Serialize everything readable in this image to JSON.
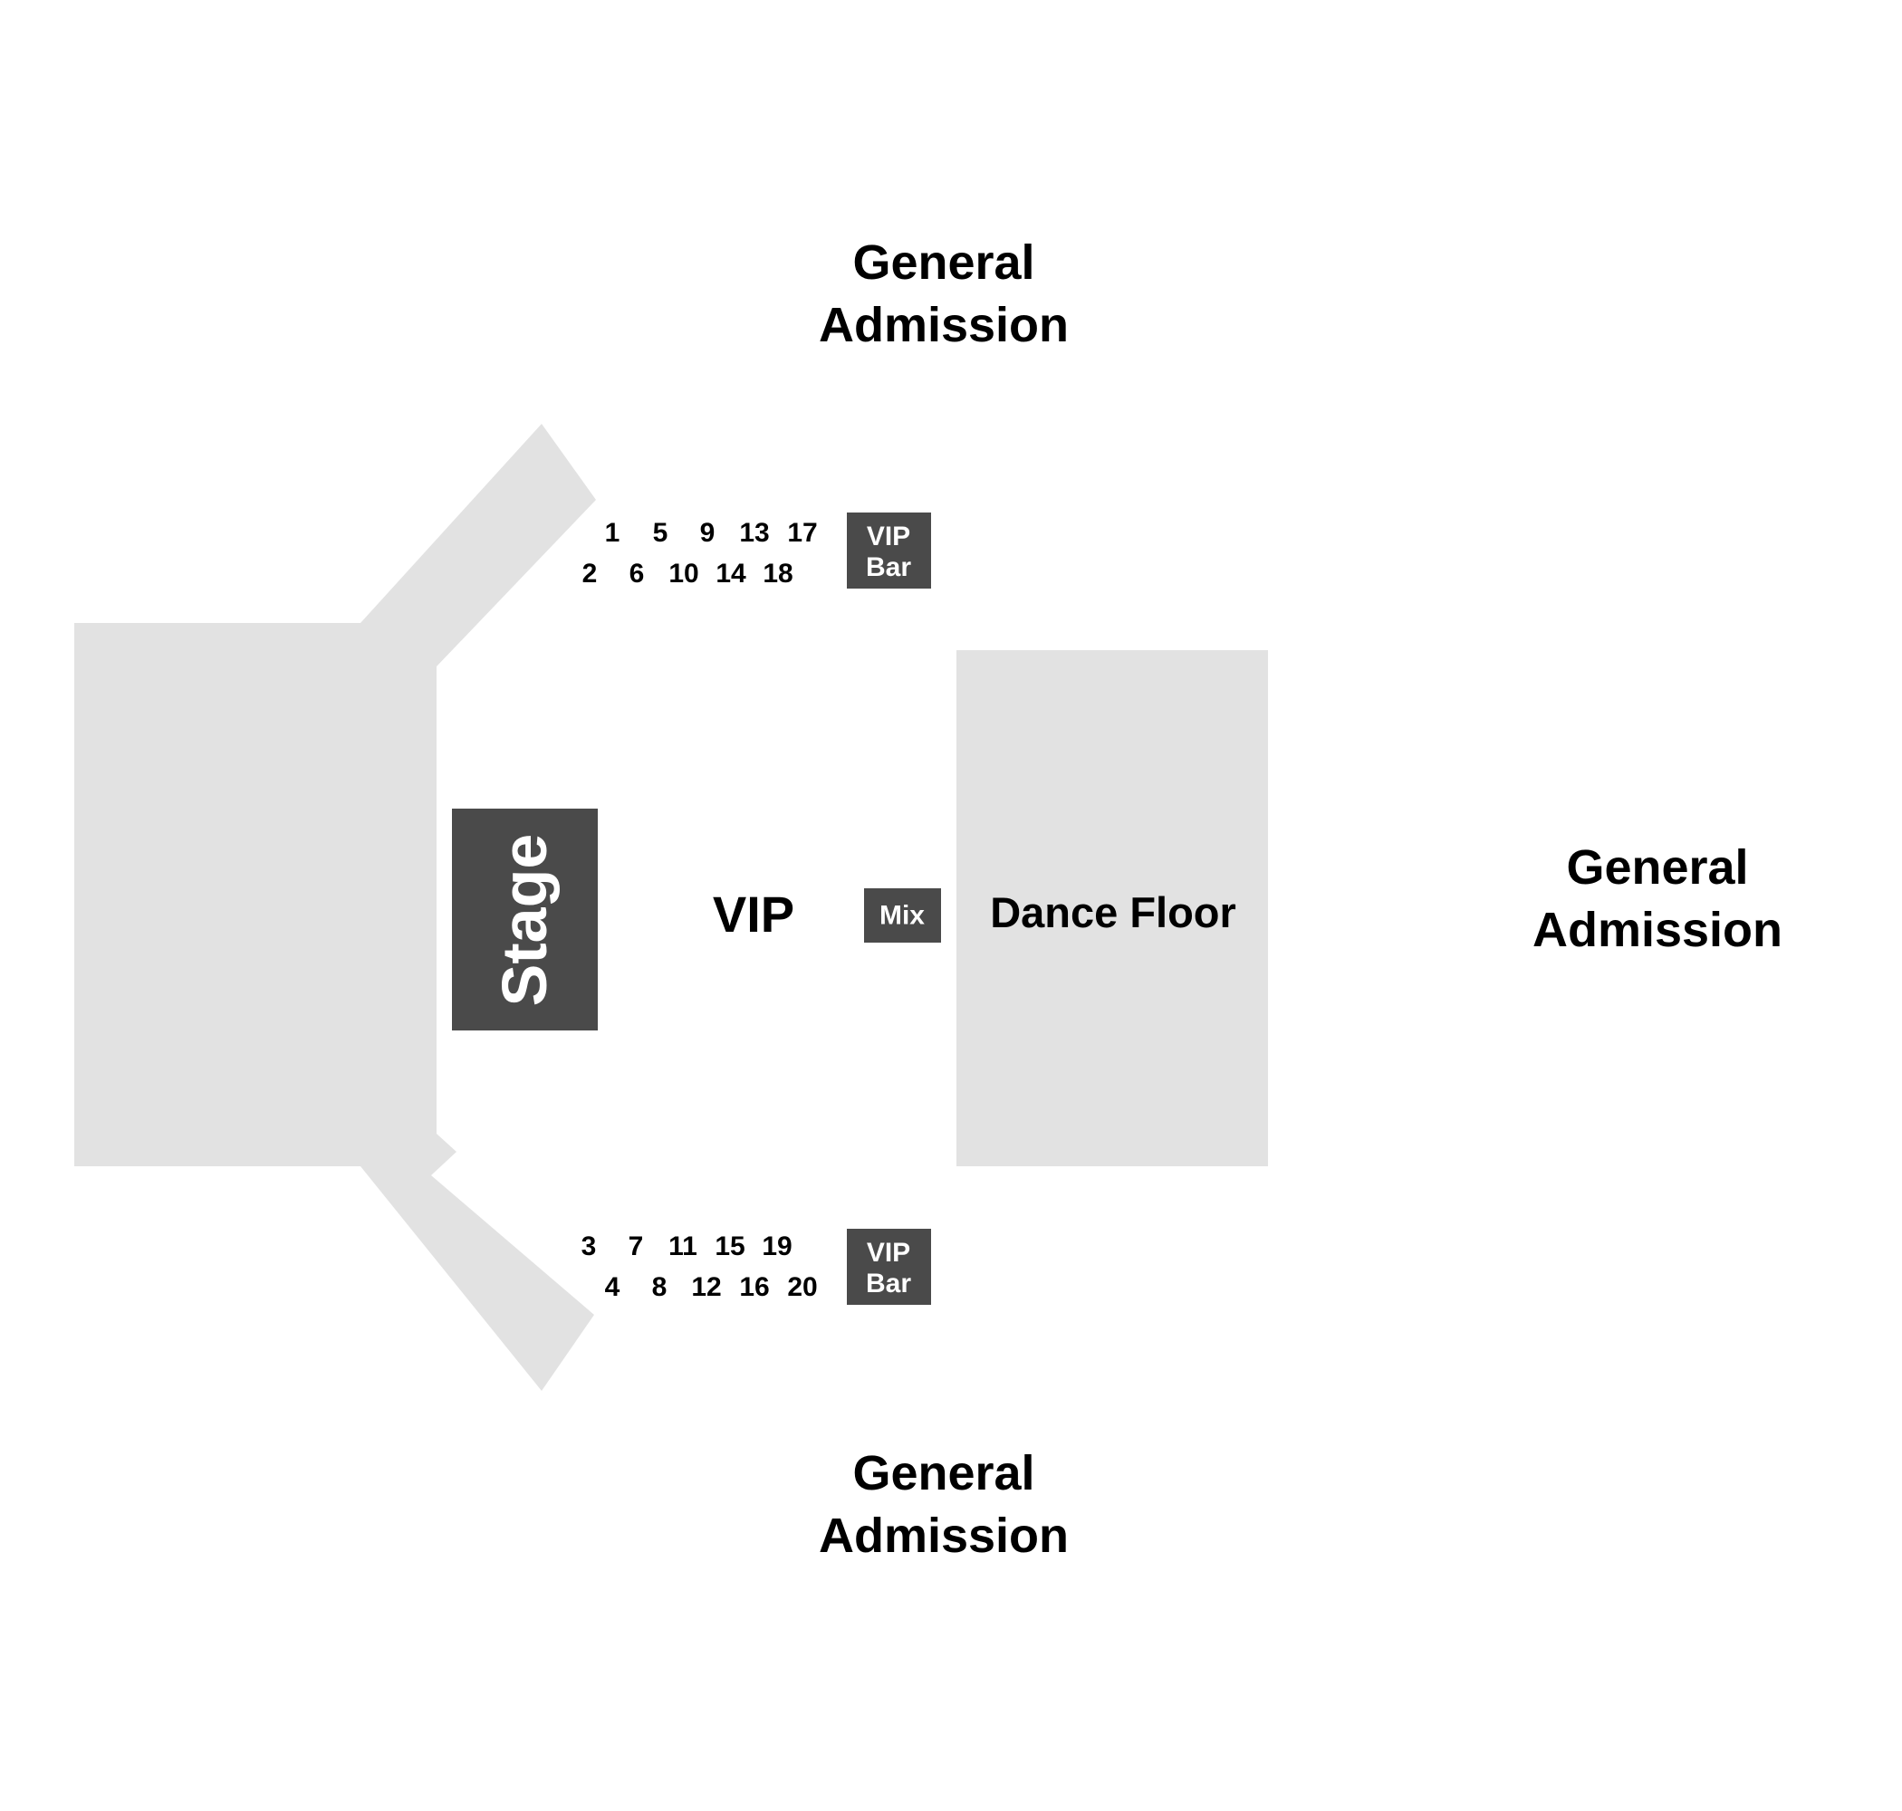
{
  "map": {
    "general_admission_top": [
      "General",
      "Admission"
    ],
    "general_admission_right": [
      "General",
      "Admission"
    ],
    "general_admission_bottom": [
      "General",
      "Admission"
    ],
    "stage_label": "Stage",
    "vip_label": "VIP",
    "mix_label": "Mix",
    "dance_floor_label": "Dance Floor",
    "vip_bar_top": [
      "VIP",
      "Bar"
    ],
    "vip_bar_bottom": [
      "VIP",
      "Bar"
    ],
    "tables_top_row1": [
      "1",
      "5",
      "9",
      "13",
      "17"
    ],
    "tables_top_row2": [
      "2",
      "6",
      "10",
      "14",
      "18"
    ],
    "tables_bottom_row1": [
      "3",
      "7",
      "11",
      "15",
      "19"
    ],
    "tables_bottom_row2": [
      "4",
      "8",
      "12",
      "16",
      "20"
    ]
  },
  "colors": {
    "zone": "#e2e2e2",
    "feature_box": "#4a4a4a",
    "label": "#000000",
    "feature_text": "#ffffff"
  }
}
